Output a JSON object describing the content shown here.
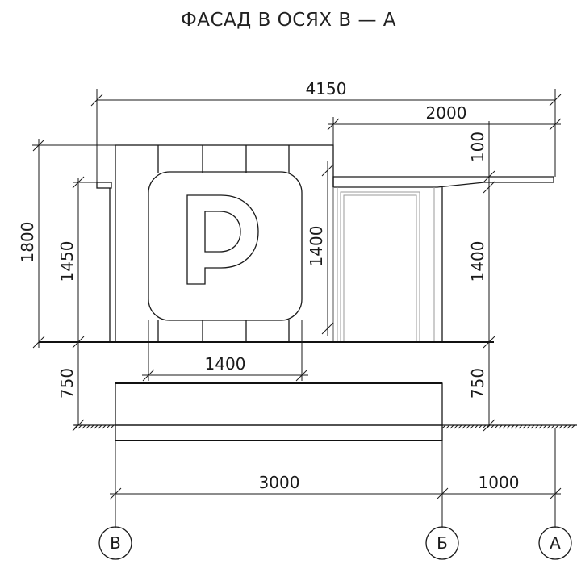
{
  "title": "ФАСАД В ОСЯХ В — А",
  "sign_letter": "P",
  "dimensions": {
    "overall_width": "4150",
    "canopy_width": "2000",
    "canopy_height": "100",
    "total_height": "1800",
    "wall_height_left": "1450",
    "wall_height_right": "1400",
    "door_height": "1400",
    "sign_width": "1400",
    "base_height_left": "750",
    "base_height_right": "750",
    "axis_span_vb": "3000",
    "axis_span_ba": "1000"
  },
  "axes": [
    "В",
    "Б",
    "А"
  ]
}
